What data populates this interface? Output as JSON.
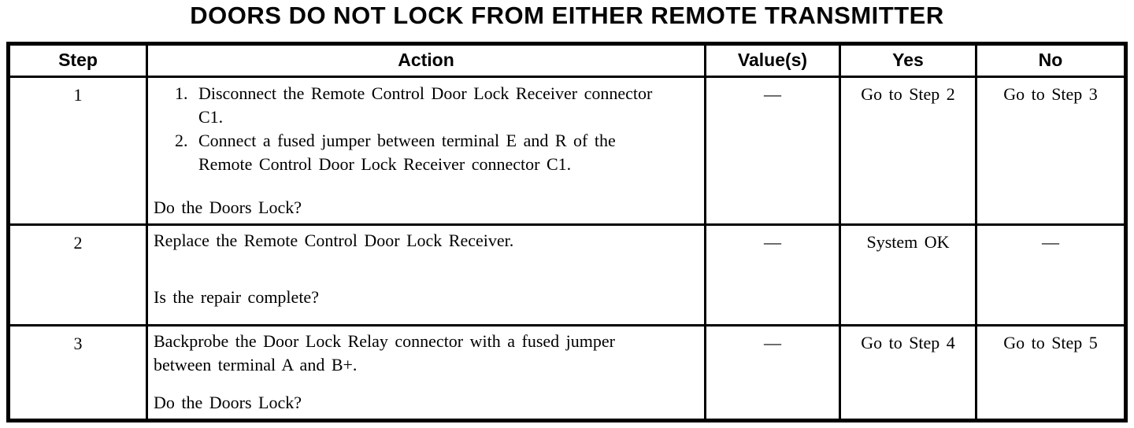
{
  "page": {
    "title": "DOORS DO NOT LOCK FROM EITHER REMOTE TRANSMITTER"
  },
  "table": {
    "headers": {
      "step": "Step",
      "action": "Action",
      "values": "Value(s)",
      "yes": "Yes",
      "no": "No"
    },
    "rows": [
      {
        "step": "1",
        "action_list": [
          {
            "num": "1.",
            "text": "Disconnect the Remote Control Door Lock Receiver connector C1."
          },
          {
            "num": "2.",
            "text": "Connect a fused jumper between terminal E and R of the Remote Control Door Lock Receiver connector C1."
          }
        ],
        "question": "Do the Doors Lock?",
        "values": "—",
        "yes": "Go to Step 2",
        "no": "Go to Step 3"
      },
      {
        "step": "2",
        "action_text": "Replace the Remote Control Door Lock Receiver.",
        "question": "Is the repair complete?",
        "values": "—",
        "yes": "System OK",
        "no": "—"
      },
      {
        "step": "3",
        "action_text": "Backprobe the Door Lock Relay connector with a fused jumper between terminal A and B+.",
        "question": "Do the Doors Lock?",
        "values": "—",
        "yes": "Go to Step 4",
        "no": "Go to Step 5"
      }
    ]
  }
}
